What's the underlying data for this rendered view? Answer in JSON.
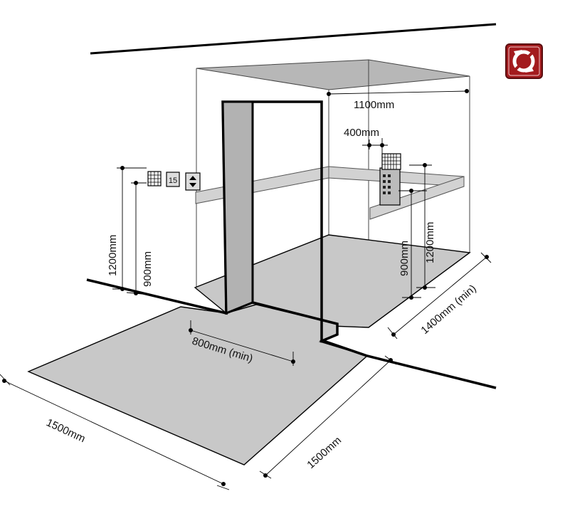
{
  "colors": {
    "floor": "#c8c8c8",
    "lines": "#000000",
    "badge_red": "#a31b1e"
  },
  "icons": {
    "badge": "rotate-arrows-icon",
    "keypad": "keypad-icon",
    "floor_display": "floor-display-icon",
    "call_button": "up-down-call-button-icon",
    "car_panel": "car-control-panel-icon"
  },
  "labels": {
    "width_1100": "1100mm",
    "panel_400": "400mm",
    "depth_1400": "1400mm (min)",
    "car_height_1200": "1200mm",
    "car_height_900": "900mm",
    "landing_height_1200": "1200mm",
    "landing_height_900": "900mm",
    "door_800": "800mm (min)",
    "landing_1500_a": "1500mm",
    "landing_1500_b": "1500mm",
    "floor_number": "15"
  }
}
